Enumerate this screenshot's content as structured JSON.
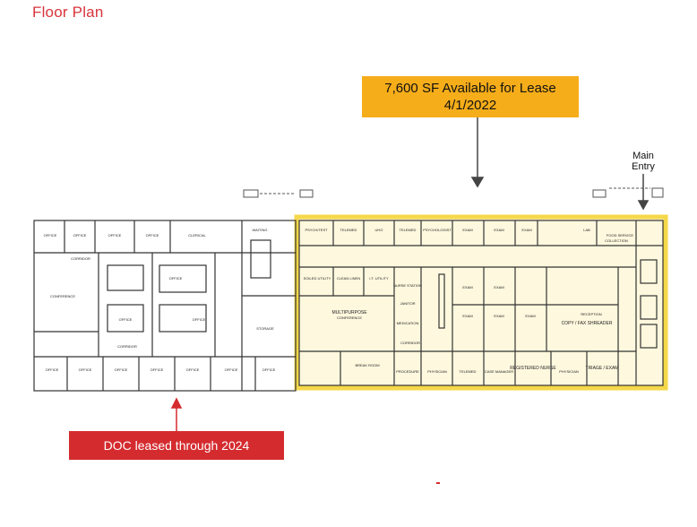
{
  "page": {
    "title": "Floor Plan"
  },
  "lease_callout": {
    "line1": "7,600 SF Available for Lease",
    "line2": "4/1/2022"
  },
  "main_entry": {
    "line1": "Main",
    "line2": "Entry"
  },
  "doc_banner": {
    "text": "DOC leased through 2024"
  },
  "colors": {
    "title": "#d9343b",
    "callout": "#f6ad1a",
    "highlight": "#f5d84a",
    "banner": "#d42b2f"
  },
  "rooms_left": {
    "office_1": "OFFICE",
    "office_2": "OFFICE",
    "office_3": "OFFICE",
    "office_4": "OFFICE",
    "clerical": "CLERICAL",
    "corridor": "CORRIDOR",
    "conference": "CONFERENCE",
    "office_5": "OFFICE",
    "office_6": "OFFICE",
    "office_7": "OFFICE",
    "office_8": "OFFICE",
    "office_9": "OFFICE",
    "office_10": "OFFICE",
    "office_11": "OFFICE",
    "office_12": "OFFICE",
    "office_13": "OFFICE",
    "office_14": "OFFICE",
    "corridor_2": "CORRIDOR",
    "waiting": "WAITING",
    "storage": "STORAGE"
  },
  "rooms_right": {
    "psych_test": "PSYCH/TEST",
    "telemed_1": "TELEMED",
    "uhg": "UHG",
    "telemed_2": "TELEMED",
    "psychologist": "PSYCHOLOGIST",
    "exam_1": "EXAM",
    "exam_2": "EXAM",
    "exam_3": "EXAM",
    "lab": "LAB",
    "food_service": "FOOD SERVICE",
    "collection": "COLLECTION",
    "soiled_utility": "SOILED UTILITY",
    "clean_linen": "CLEAN LINEN",
    "it_utility": "I.T. UTILITY",
    "multipurpose": "MULTIPURPOSE",
    "conference": "CONFERENCE",
    "nurse_station": "NURSE STATION",
    "janitor": "JANITOR",
    "medication": "MEDICATION",
    "exam_4": "EXAM",
    "exam_5": "EXAM",
    "exam_6": "EXAM",
    "exam_7": "EXAM",
    "exam_8": "EXAM",
    "reception": "RECEPTION",
    "copy_fax_shredder": "COPY / FAX SHREADER",
    "corridor": "CORRIDOR",
    "break_room": "BREAK ROOM",
    "procedure": "PROCEDURE",
    "physician_1": "PHYSICIAN",
    "telemed_3": "TELEMED",
    "case_manager": "CASE MANAGER",
    "registered_nurse": "REGISTERED NURSE",
    "physician_2": "PHYSICIAN",
    "triage_exam": "TRIAGE / EXAM"
  }
}
